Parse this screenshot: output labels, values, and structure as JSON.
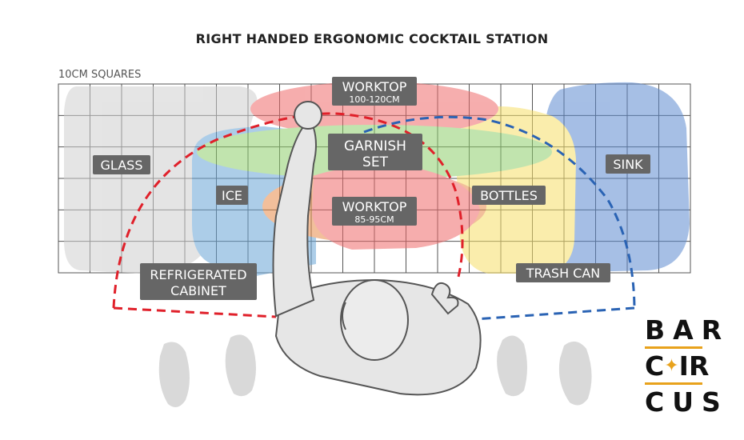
{
  "title": "RIGHT HANDED ERGONOMIC COCKTAIL STATION",
  "grid_label": "10CM SQUARES",
  "zones": {
    "worktop_top": {
      "name": "WORKTOP",
      "detail": "100-120CM",
      "color": "#ef6b6b"
    },
    "garnish": {
      "line1": "GARNISH",
      "line2": "SET",
      "color": "#8fcf6c"
    },
    "worktop_mid": {
      "name": "WORKTOP",
      "detail": "85-95CM",
      "color": "#e88c4a"
    },
    "glass": {
      "name": "GLASS",
      "color": "#d4d4d4"
    },
    "ice": {
      "name": "ICE",
      "color": "#6aa6d6"
    },
    "bottles": {
      "name": "BOTTLES",
      "color": "#f6df6a"
    },
    "sink": {
      "name": "SINK",
      "color": "#5c8ad0"
    },
    "fridge": {
      "line1": "REFRIGERATED",
      "line2": "CABINET"
    },
    "trash": {
      "name": "TRASH CAN"
    }
  },
  "reach_colors": {
    "left_hand": "#e0202a",
    "right_hand": "#2a63b4"
  },
  "logo": {
    "row1": "BAR",
    "row2_a": "C",
    "row2_b": "R",
    "row2_c": "I",
    "row3": "CUS",
    "accent": "#e8a21c"
  }
}
